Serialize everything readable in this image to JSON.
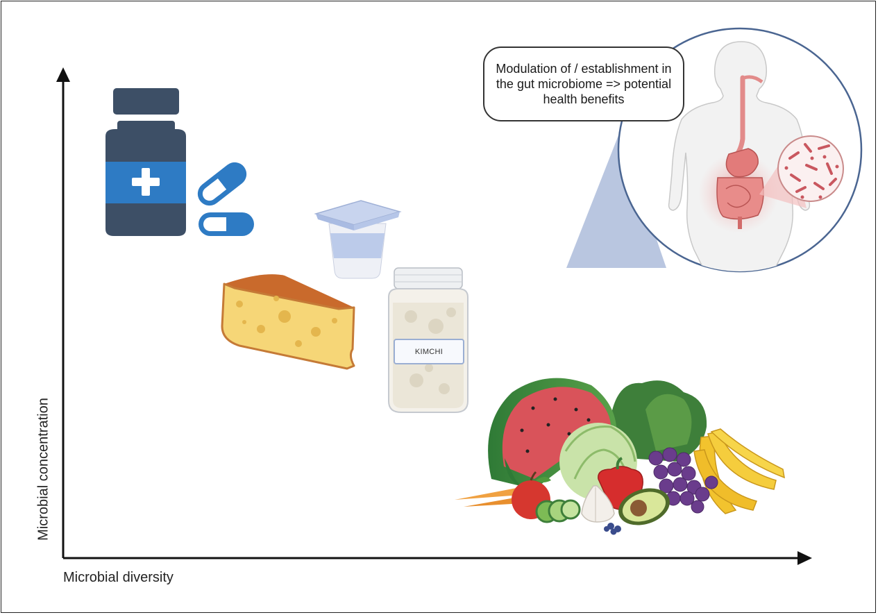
{
  "axes": {
    "y_label": "Microbial concentration",
    "x_label": "Microbial diversity"
  },
  "callout": {
    "text": "Modulation of / establishment in the gut microbiome => potential health benefits"
  },
  "jar": {
    "label": "KIMCHI"
  },
  "icons": {
    "supplement_bottle": "supplement-bottle-icon",
    "capsules": "capsule-icon",
    "yogurt": "yogurt-cup-icon",
    "cheese": "cheese-wedge-icon",
    "kimchi_jar": "kimchi-jar-icon",
    "produce": "fruit-vegetable-pile-icon",
    "body": "human-digestive-system-icon",
    "bacteria": "bacteria-magnifier-icon"
  },
  "colors": {
    "bottle_dark": "#3d4f66",
    "bottle_accent": "#2e7bc4",
    "gut_red": "#d9686a",
    "circle_outline": "#4a6591",
    "zoom_wedge": "#b9c6e0"
  }
}
